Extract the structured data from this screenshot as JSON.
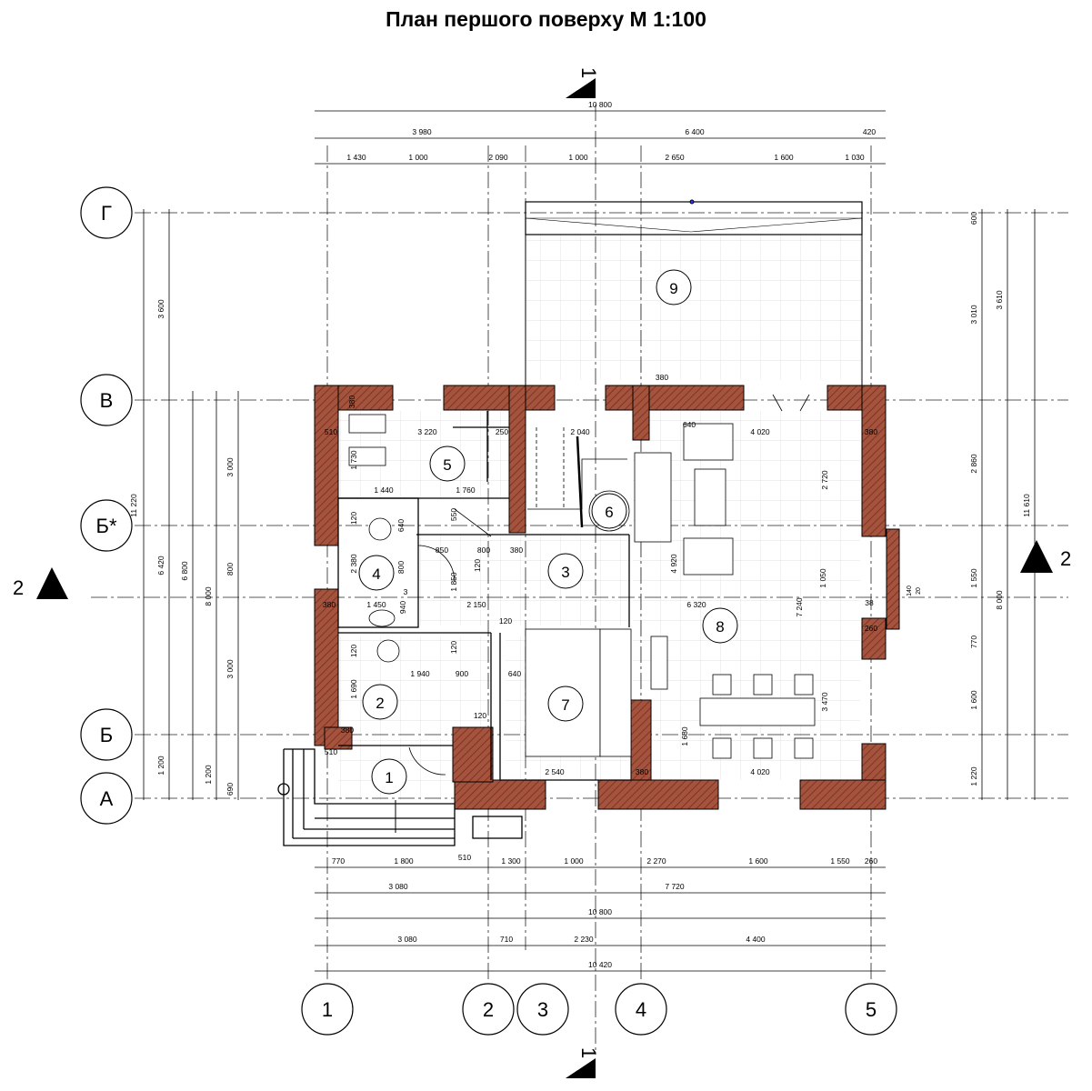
{
  "title": "План першого поверху М 1:100",
  "colors": {
    "wall_fill": "#a6533e",
    "wall_hatch": "#6e2e20",
    "grid_line": "#cfcfcf",
    "line": "#000000"
  },
  "axes": {
    "rows": [
      "Г",
      "В",
      "Б*",
      "Б",
      "А"
    ],
    "cols": [
      "1",
      "2",
      "3",
      "4",
      "5"
    ]
  },
  "sections": {
    "top": "1",
    "bottom": "1",
    "left": "2",
    "right": "2"
  },
  "rooms": [
    "1",
    "2",
    "3",
    "4",
    "5",
    "6",
    "7",
    "8",
    "9"
  ],
  "dims": {
    "top_overall": "10 800",
    "top_row2": [
      "3 980",
      "6 400",
      "420"
    ],
    "top_row3": [
      "1 430",
      "1 000",
      "2 090",
      "1 000",
      "2 650",
      "1 600",
      "1 030"
    ],
    "bottom_row1": [
      "770",
      "1 800",
      "510",
      "1 300",
      "1 000",
      "2 270",
      "1 600",
      "1 550",
      "260"
    ],
    "bottom_row2": [
      "3 080",
      "7 720"
    ],
    "bottom_overall": "10 800",
    "bottom_axes": [
      "3 080",
      "710",
      "2 230",
      "4 400"
    ],
    "bottom_axes_total": "10 420",
    "left_outer": "11 220",
    "left_a": [
      "3 600",
      "6 420",
      "1 200"
    ],
    "left_b": [
      "3 000",
      "800",
      "3 000"
    ],
    "left_c": [
      "6 800",
      "8 000"
    ],
    "left_d": [
      "1 200",
      "690"
    ],
    "right_outer": "11 610",
    "right_a": [
      "3 610",
      "8 000"
    ],
    "right_b": [
      "600",
      "3 010",
      "2 860",
      "1 550",
      "770",
      "1 600",
      "1 220"
    ],
    "interior": [
      "380",
      "3 220",
      "250",
      "2 040",
      "640",
      "4 020",
      "380",
      "510",
      "1 730",
      "1 440",
      "1 760",
      "550",
      "2 720",
      "640",
      "120",
      "850",
      "800",
      "380",
      "2 380",
      "800",
      "120",
      "1 850",
      "3",
      "380",
      "1 450",
      "940",
      "2 150",
      "6 320",
      "4 920",
      "1 050",
      "7 240",
      "120",
      "120",
      "120",
      "1 940",
      "900",
      "640",
      "1 690",
      "120",
      "380",
      "3 470",
      "1 680",
      "510",
      "2 540",
      "380",
      "4 020",
      "260",
      "38",
      "140",
      "20",
      "380"
    ]
  }
}
